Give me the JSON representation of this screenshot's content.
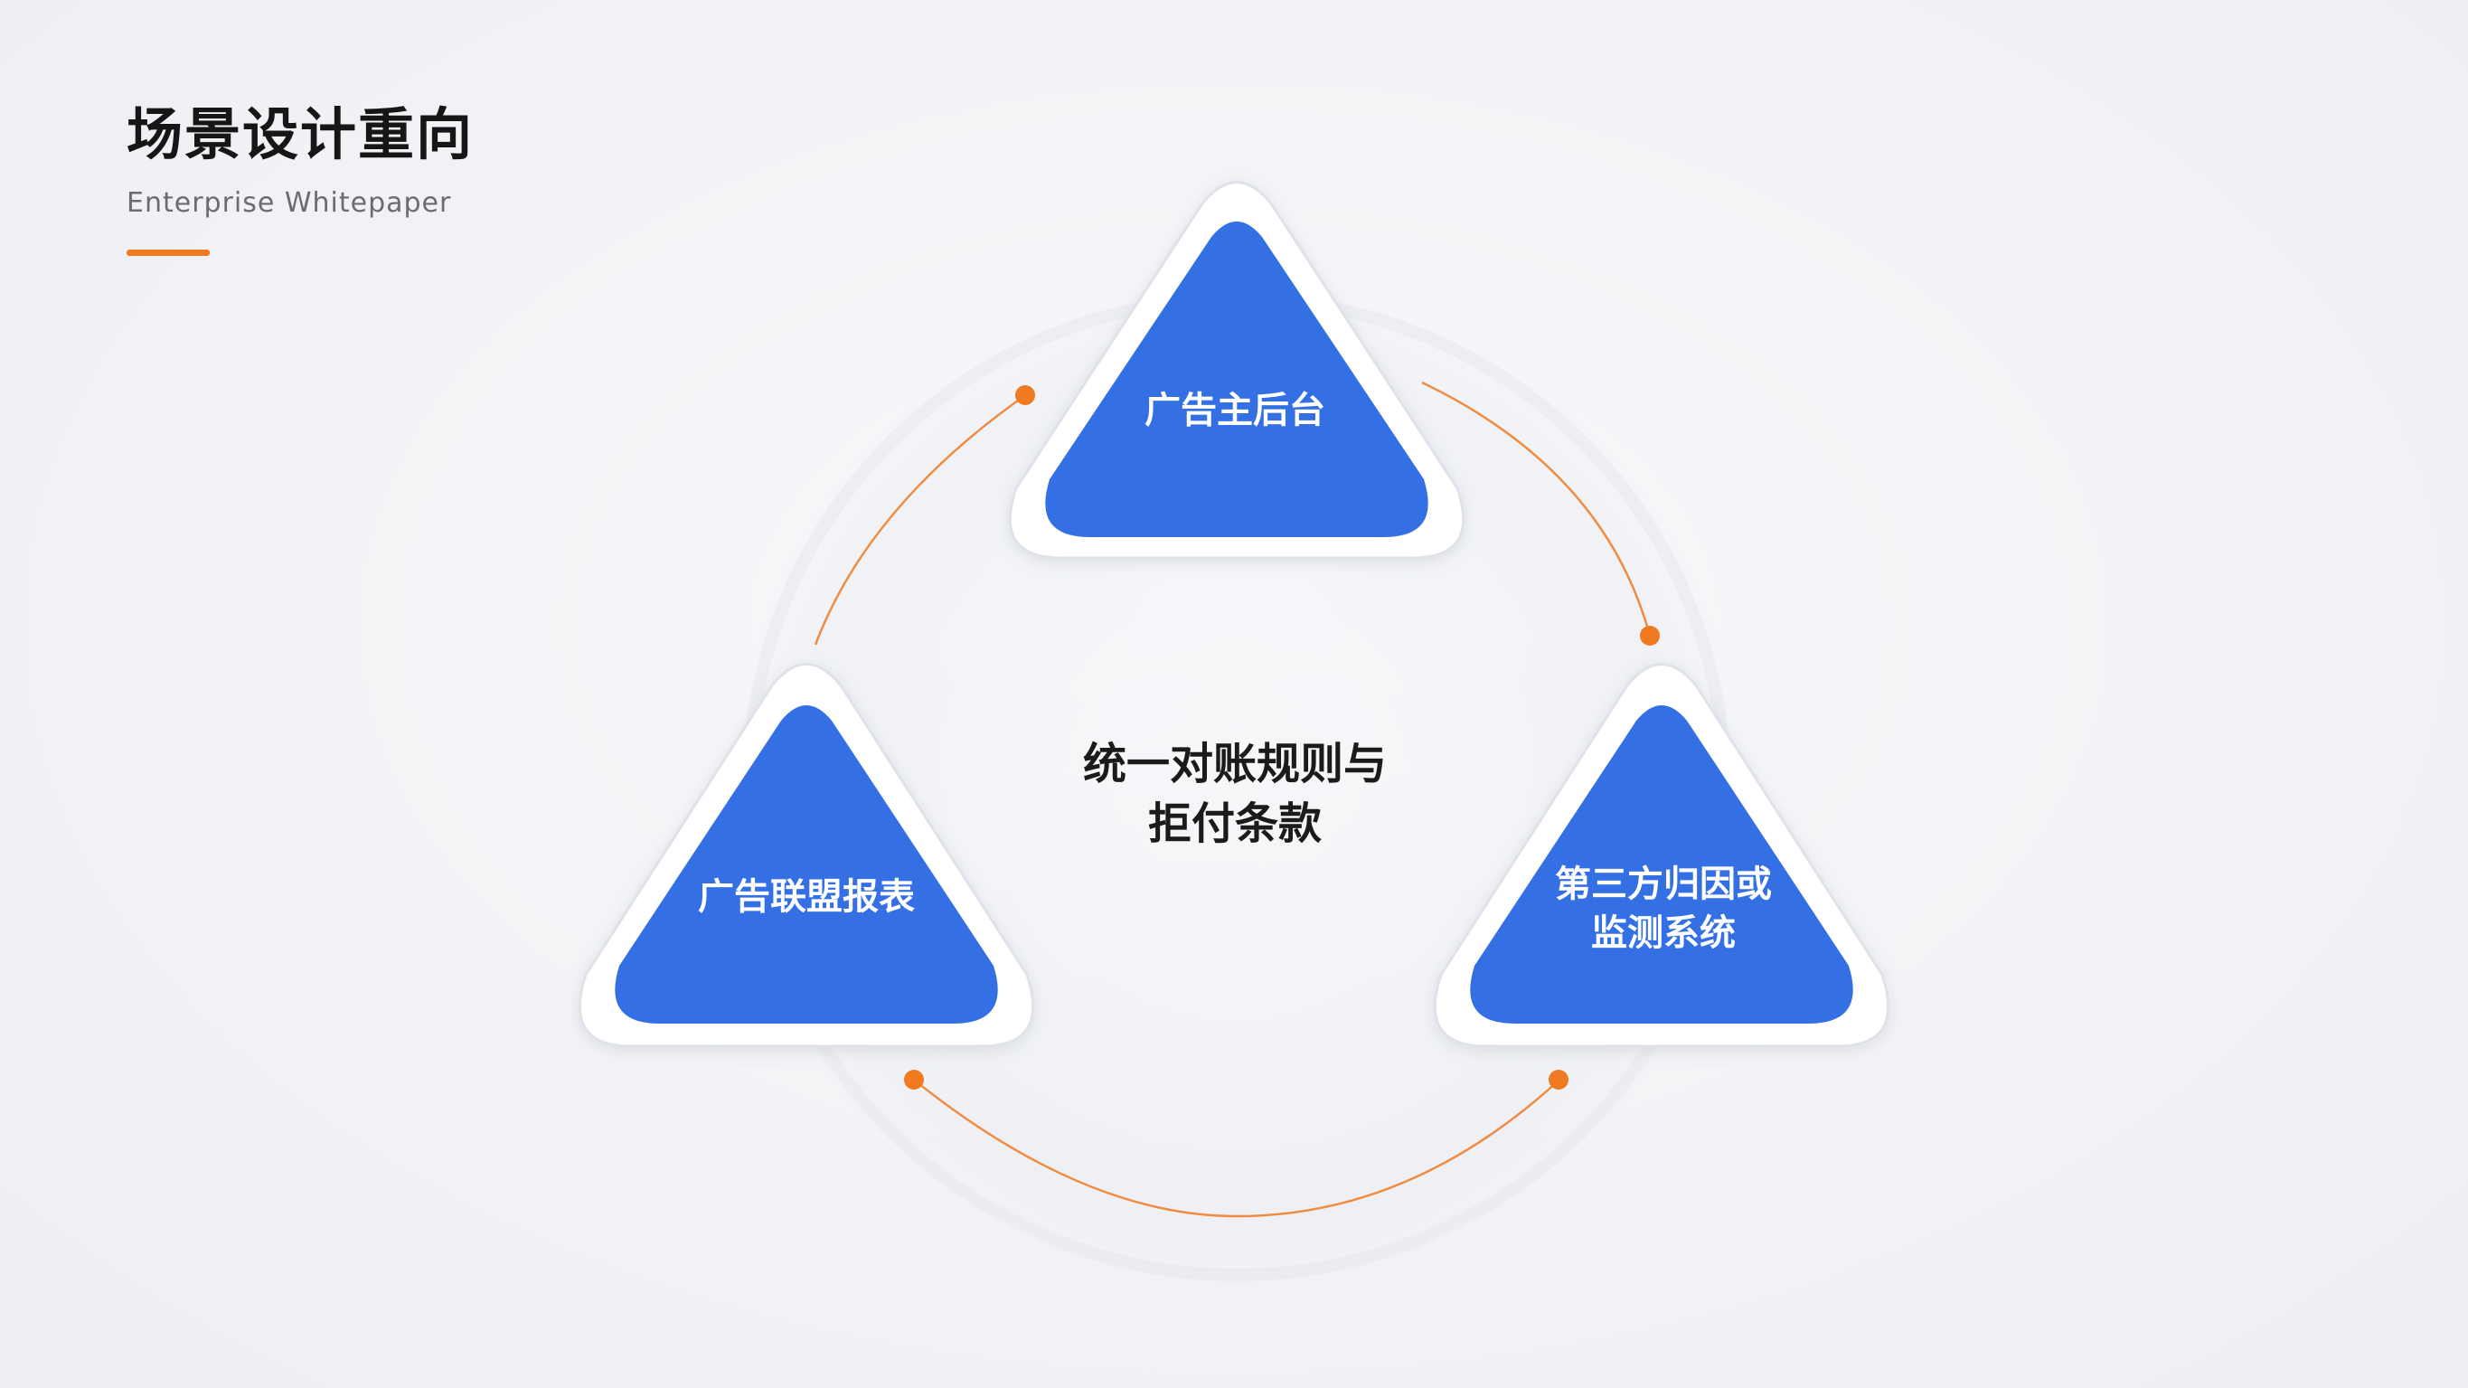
{
  "header": {
    "title": "场景设计重向",
    "subtitle": "Enterprise Whitepaper",
    "accent_color": "#f07a22"
  },
  "diagram": {
    "center": {
      "line1": "统一对账规则与",
      "line2": "拒付条款"
    },
    "nodes": [
      {
        "id": "top",
        "lines": [
          "广告主后台"
        ]
      },
      {
        "id": "left",
        "lines": [
          "广告联盟报表"
        ]
      },
      {
        "id": "right",
        "lines": [
          "第三方归因或",
          "监测系统"
        ]
      }
    ],
    "colors": {
      "triangle_fill": "#3470e4",
      "triangle_border": "#ffffff",
      "connector": "#f07a22",
      "halo": "#e9ebf0"
    }
  }
}
